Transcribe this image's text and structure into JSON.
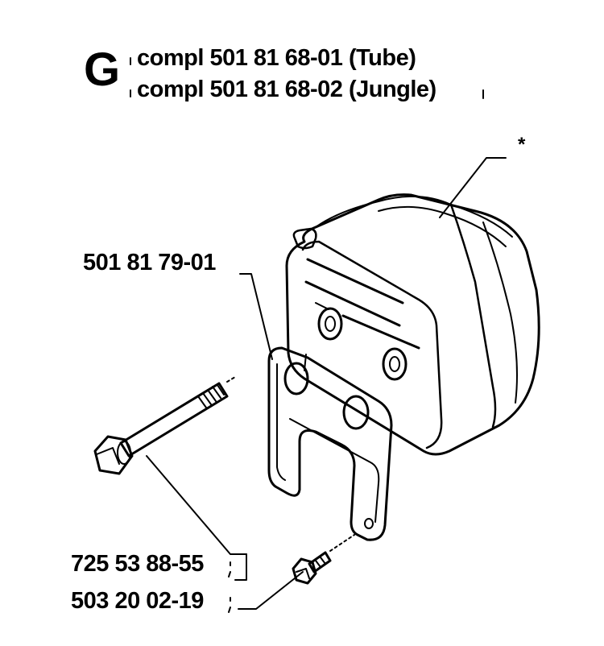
{
  "assembly": {
    "section_letter": "G",
    "header_lines": [
      "compl 501 81 68-01 (Tube)",
      "compl 501 81 68-02 (Jungle)"
    ]
  },
  "parts": {
    "muffler_marker": "*",
    "bracket_plate": "501 81 79-01",
    "long_bolt": "725 53 88-55",
    "short_screw": "503 20 02-19"
  }
}
